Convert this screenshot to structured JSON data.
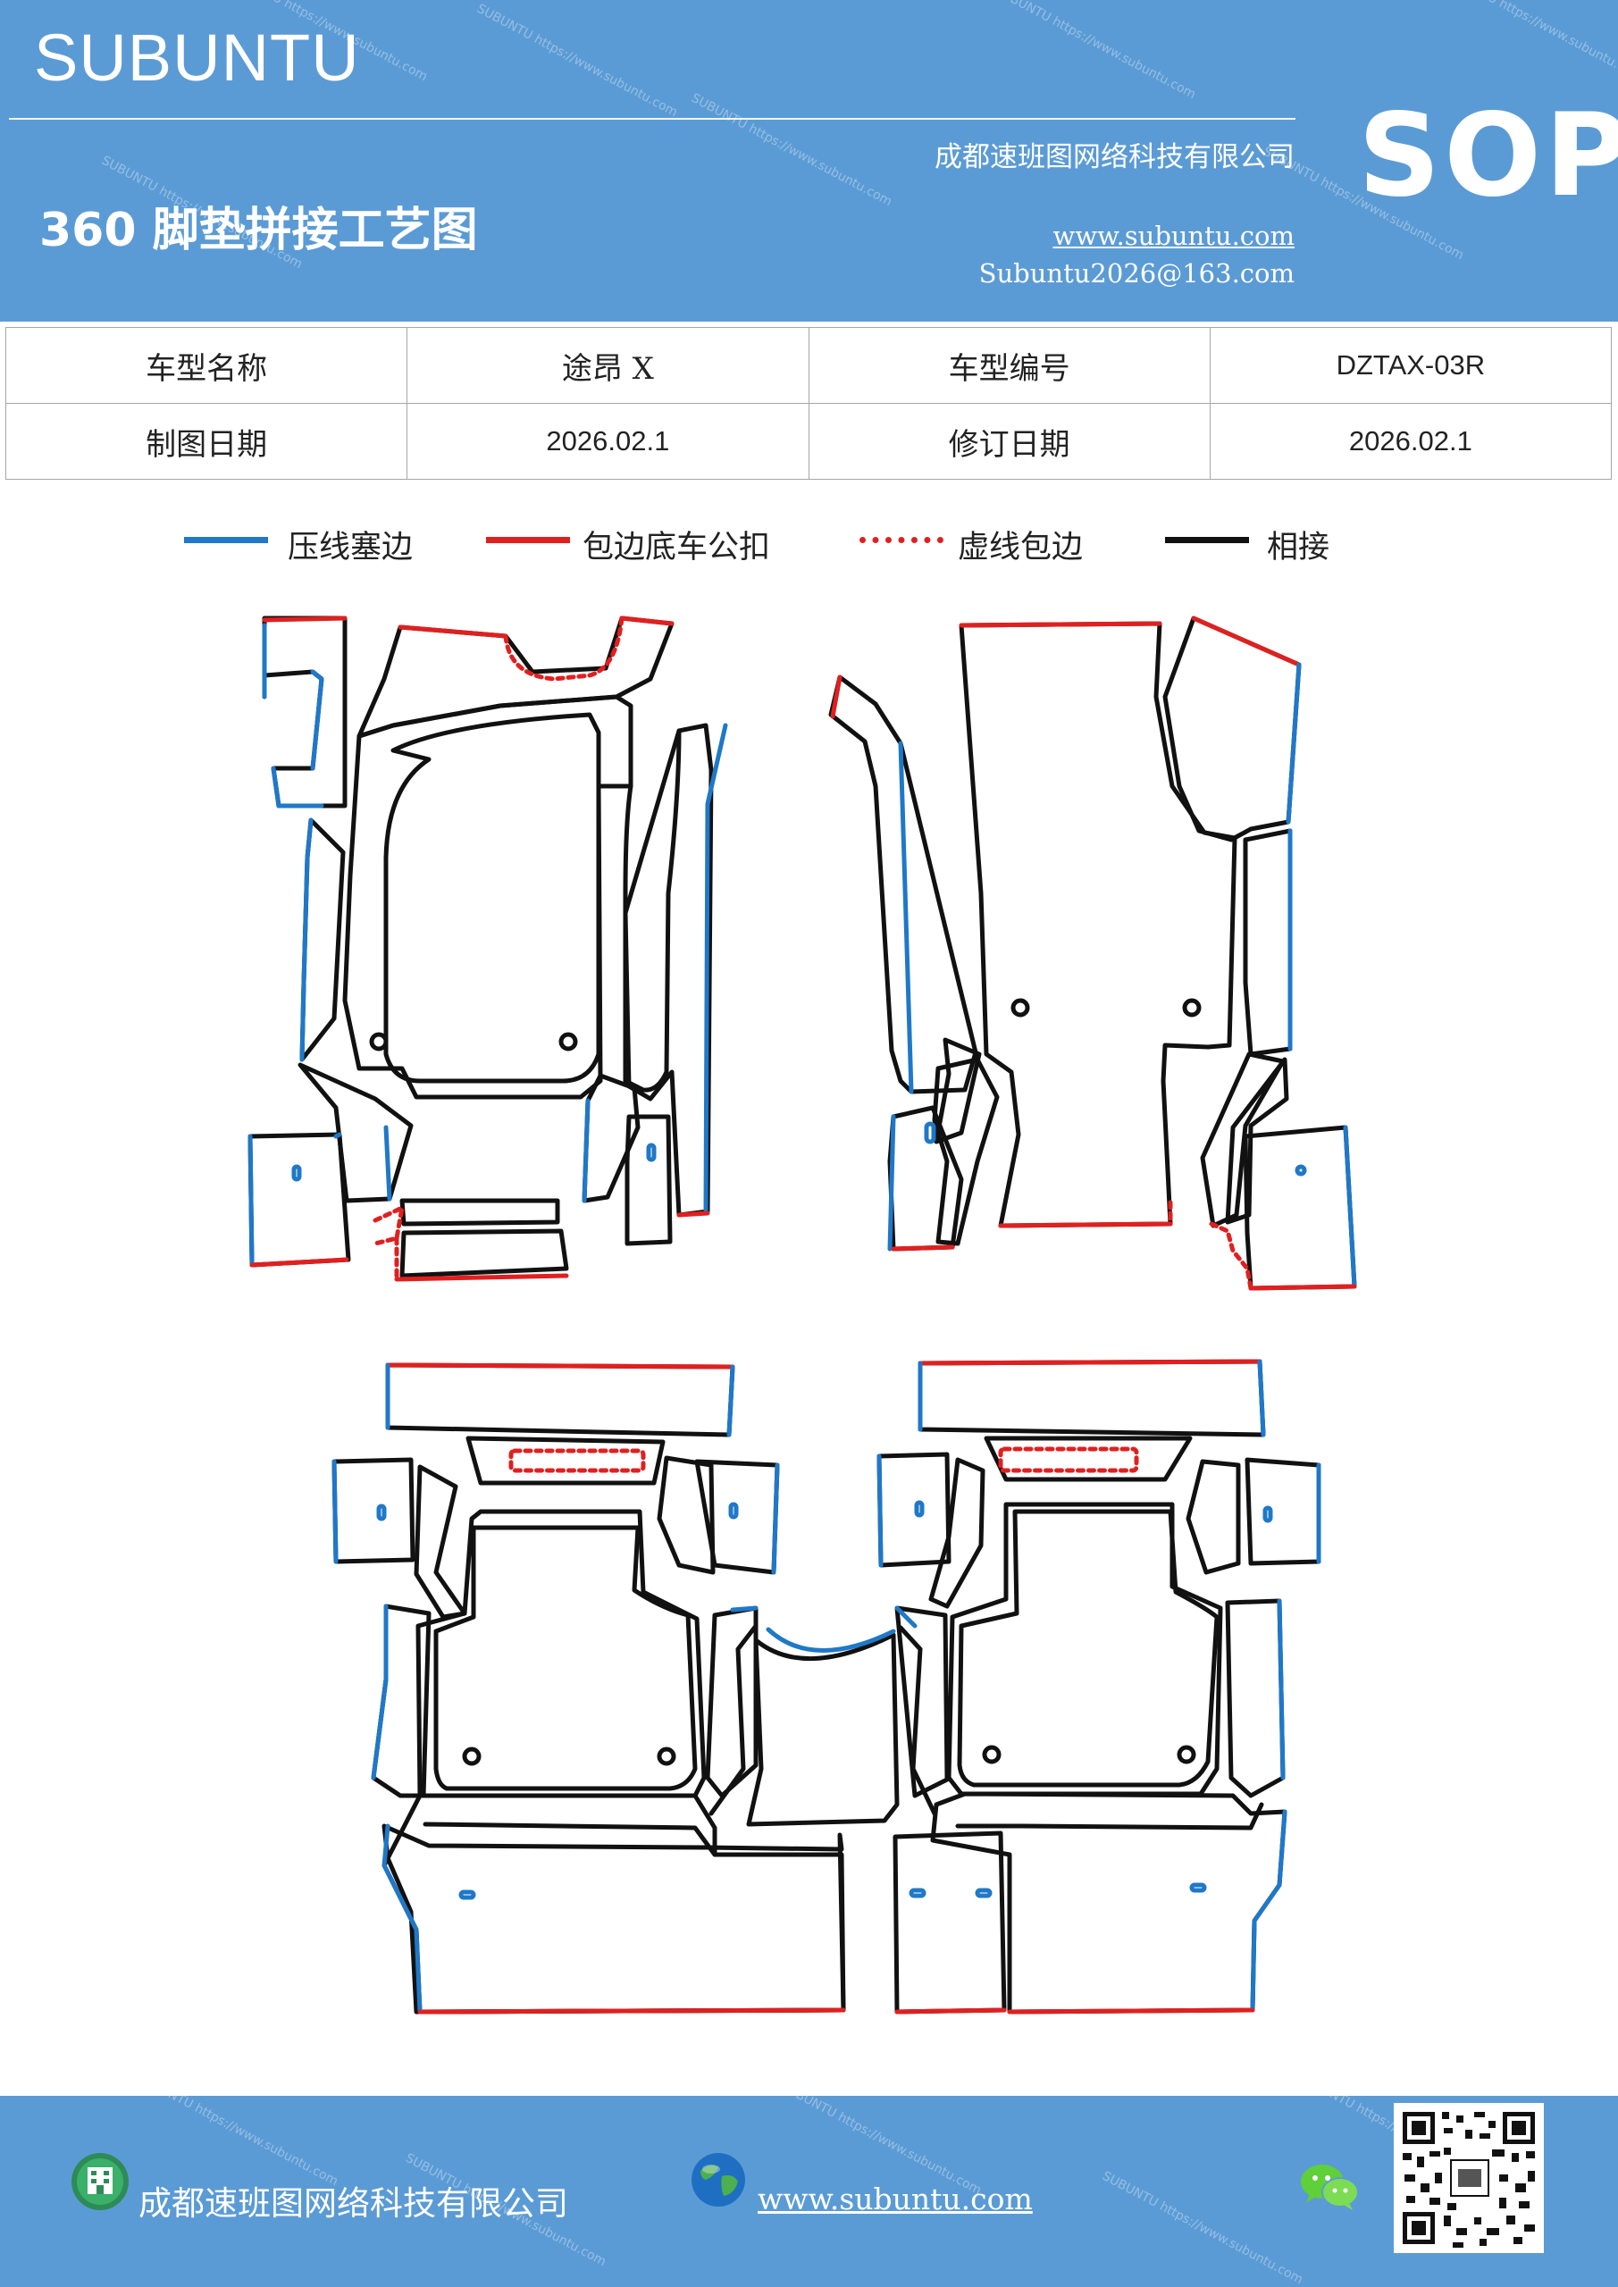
{
  "header": {
    "brand": "SUBUNTU",
    "badge": "SOP",
    "company": "成都速班图网络科技有限公司",
    "doc_title": "360 脚垫拼接工艺图",
    "website": "www.subuntu.com",
    "email": "Subuntu2026@163.com",
    "watermark": "SUBUNTU https://www.subuntu.com"
  },
  "info_table": {
    "rows": [
      [
        "车型名称",
        "途昂 X",
        "车型编号",
        "DZTAX-03R"
      ],
      [
        "制图日期",
        "2026.02.1",
        "修订日期",
        "2026.02.1"
      ]
    ]
  },
  "legend": [
    {
      "label": "压线塞边",
      "style": "solid",
      "color": "#1f78c8"
    },
    {
      "label": "包边底车公扣",
      "style": "solid",
      "color": "#e02020"
    },
    {
      "label": "虚线包边",
      "style": "dotted",
      "color": "#e02020"
    },
    {
      "label": "相接",
      "style": "solid",
      "color": "#111111"
    }
  ],
  "colors": {
    "header_bg": "#5b9bd5",
    "blue_edge": "#1f78c8",
    "red_edge": "#e02020",
    "joint": "#111111"
  },
  "footer": {
    "company": "成都速班图网络科技有限公司",
    "website": "www.subuntu.com",
    "icons": [
      "building-icon",
      "globe-icon",
      "wechat-icon",
      "qr-code"
    ]
  }
}
